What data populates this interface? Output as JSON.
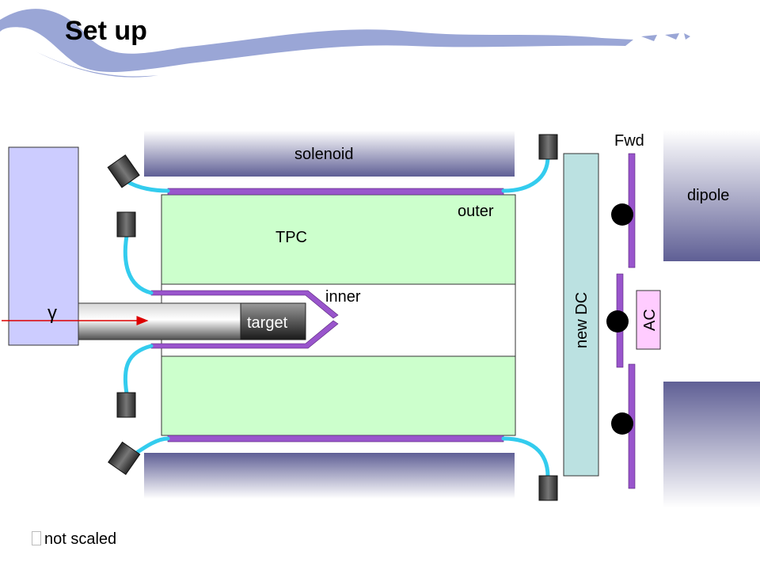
{
  "title": "Set up",
  "labels": {
    "solenoid": "solenoid",
    "fwd": "Fwd",
    "dipole": "dipole",
    "outer": "outer",
    "tpc": "TPC",
    "inner": "inner",
    "new_dc": "new DC",
    "ac": "AC",
    "gamma": "γ",
    "target": "target"
  },
  "footnote": "not scaled",
  "colors": {
    "title_swoosh": "#9aa6d6",
    "tpc_fill": "#ccffcc",
    "solenoid_dark": "#5f5f95",
    "dc_fill": "#bbe1e1",
    "ac_fill": "#ffccff",
    "left_block": "#ccccff",
    "cable": "#33ccee",
    "purple_bar": "#9955cc",
    "beam_arrow": "#dd0000",
    "target_dark": "#444444"
  }
}
